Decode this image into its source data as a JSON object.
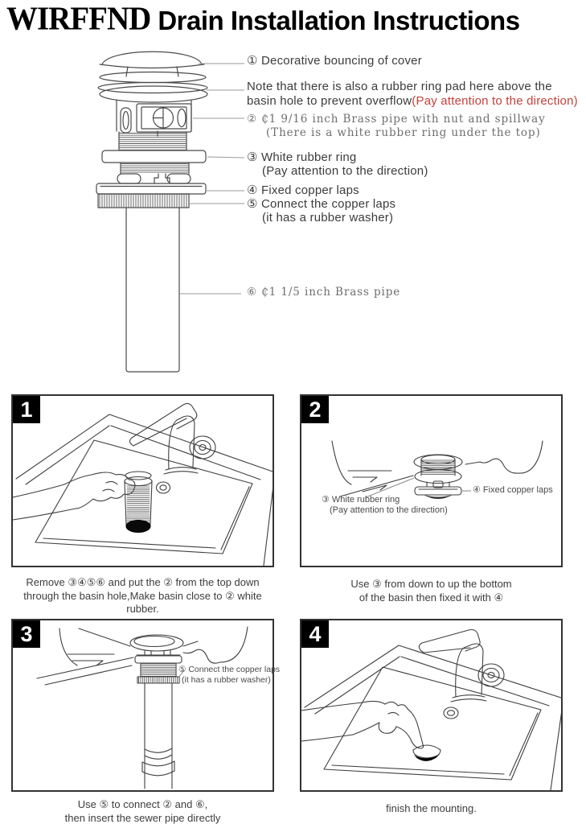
{
  "header": {
    "brand": "WIRFFND",
    "title": "Drain Installation Instructions"
  },
  "colors": {
    "accent_red": "#c4403a",
    "ink": "#3c3c3c",
    "muted_serif": "#6e6e6e",
    "leader_line": "#9a9a9a",
    "badge_bg": "#000000"
  },
  "parts_diagram": {
    "callout_1": "① Decorative bouncing of cover",
    "note_line1": "Note that there is also a rubber ring pad here above the",
    "note_line2_black": "basin hole to prevent overflow",
    "note_line2_red": "(Pay attention to the direction)",
    "callout_2": "② ₵1 9/16 inch Brass pipe with nut and spillway",
    "callout_2_sub": "(There is a white rubber ring under the top)",
    "callout_3": "③ White rubber ring",
    "callout_3_sub": "(Pay attention to the direction)",
    "callout_4": "④ Fixed copper laps",
    "callout_5": "⑤ Connect the copper laps",
    "callout_5_sub": "(it has a rubber washer)",
    "callout_6": "⑥ ₵1 1/5 inch Brass pipe"
  },
  "steps": [
    {
      "number": "1",
      "caption_line1": "Remove ③④⑤⑥ and put the ② from the top down",
      "caption_line2": "through the basin hole,Make basin close to ② white rubber."
    },
    {
      "number": "2",
      "caption_line1": "Use ③ from down to up the bottom",
      "caption_line2": "of the basin then fixed it with ④",
      "label_3": "③ White rubber ring",
      "label_3_sub": "(Pay attention to the direction)",
      "label_4": "④ Fixed copper laps"
    },
    {
      "number": "3",
      "caption_line1": "Use ⑤ to connect ② and ⑥,",
      "caption_line2": "then insert the sewer pipe directly",
      "label_5": "⑤ Connect the copper laps",
      "label_5_sub": "(it has a rubber washer)"
    },
    {
      "number": "4",
      "caption_line1": "finish the mounting.",
      "caption_line2": ""
    }
  ]
}
